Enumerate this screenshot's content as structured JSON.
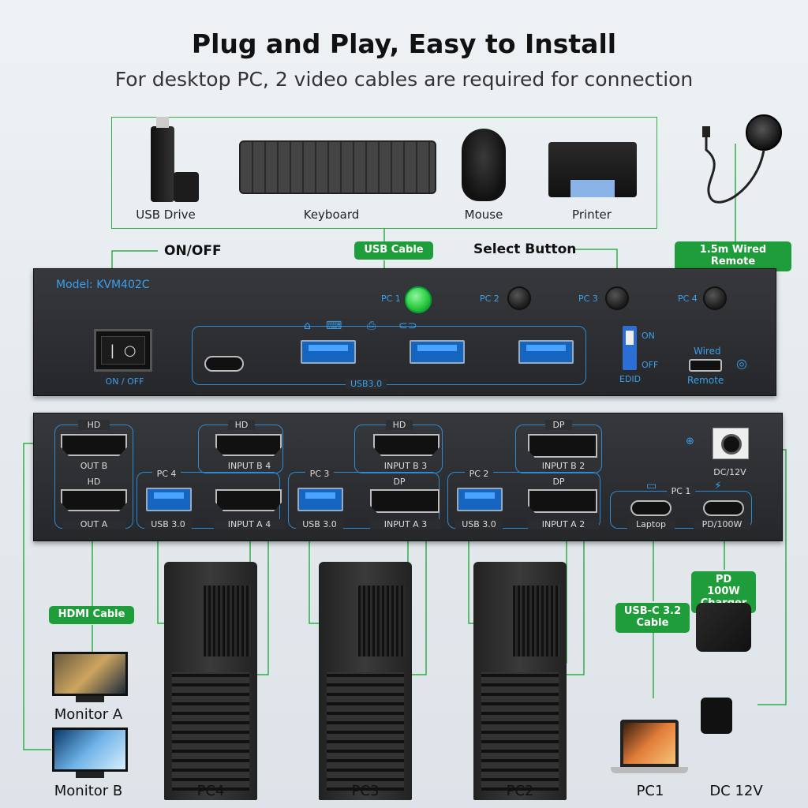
{
  "header": {
    "title": "Plug and Play, Easy to Install",
    "subtitle": "For desktop PC, 2 video cables are required for connection"
  },
  "peripherals": [
    "USB Drive",
    "Keyboard",
    "Mouse",
    "Printer"
  ],
  "callouts": {
    "usb_cable": "USB Cable",
    "on_off": "ON/OFF",
    "select_button": "Select Button",
    "wired_remote": "1.5m Wired Remote",
    "hdmi_cable": "HDMI Cable",
    "pd_charger": "PD 100W Charger",
    "usbc_cable": "USB-C 3.2 Cable"
  },
  "front": {
    "model": "Model: KVM402C",
    "pc_buttons": [
      "PC 1",
      "PC 2",
      "PC 3",
      "PC 4"
    ],
    "switch_label": "ON / OFF",
    "usb_label": "USB3.0",
    "edid_on": "ON",
    "edid_off": "OFF",
    "edid": "EDID",
    "wired": "Wired",
    "remote": "Remote"
  },
  "rear": {
    "hd": "HD",
    "dp": "DP",
    "out_b": "OUT B",
    "out_a": "OUT A",
    "pc4": "PC 4",
    "pc3": "PC 3",
    "pc2": "PC 2",
    "pc1": "PC 1",
    "input_b4": "INPUT B 4",
    "input_a4": "INPUT A  4",
    "input_b3": "INPUT B 3",
    "input_a3": "INPUT A  3",
    "input_b2": "INPUT B 2",
    "input_a2": "INPUT A  2",
    "usb30": "USB 3.0",
    "dc": "DC/12V",
    "laptop": "Laptop",
    "pd": "PD/100W"
  },
  "bottom": {
    "monitor_a": "Monitor A",
    "monitor_b": "Monitor B",
    "pc4": "PC4",
    "pc3": "PC3",
    "pc2": "PC2",
    "pc1": "PC1",
    "dc12": "DC 12V"
  },
  "colors": {
    "accent_green": "#1f9d3a",
    "line_green": "#2fae4a",
    "port_blue": "#2b8bd6",
    "led_green": "#2ecc40"
  }
}
